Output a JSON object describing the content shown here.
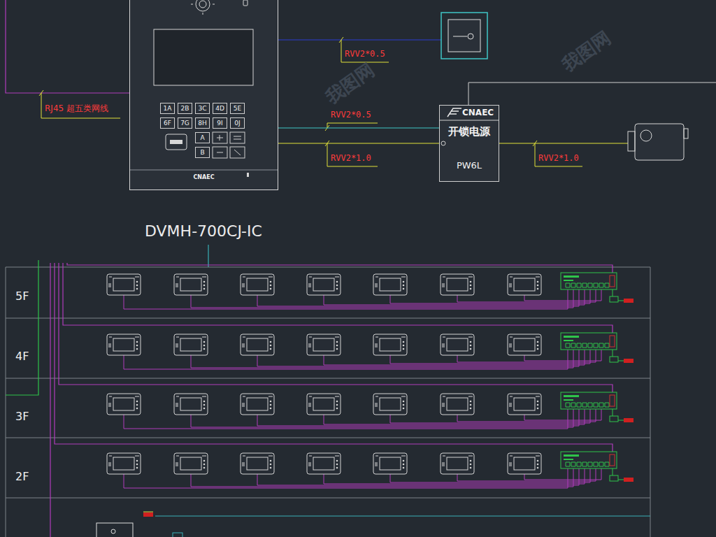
{
  "diagram": {
    "nodes": [
      {
        "text": [
          "CNAEC",
          "DVMH-700CJ-IC"
        ]
      },
      {
        "text": [
          "1A"
        ],
        "in": 0
      },
      {
        "text": [
          "2B"
        ],
        "in": 0
      },
      {
        "text": [
          "3C"
        ],
        "in": 0
      },
      {
        "text": [
          "4D"
        ],
        "in": 0
      },
      {
        "text": [
          "5E"
        ],
        "in": 0
      },
      {
        "text": [
          "6F"
        ],
        "in": 0
      },
      {
        "text": [
          "7G"
        ],
        "in": 0
      },
      {
        "text": [
          "8H"
        ],
        "in": 0
      },
      {
        "text": [
          "9I"
        ],
        "in": 0
      },
      {
        "text": [
          "0J"
        ],
        "in": 0
      },
      {
        "text": [
          "A"
        ],
        "in": 0
      },
      {
        "text": [
          "B"
        ],
        "in": 0
      },
      {
        "text": [
          "CNAEC",
          "开锁电源",
          "PW6L"
        ]
      }
    ],
    "edges": [
      {
        "from": 0,
        "to": 13,
        "label": "RVV2*0.5",
        "arrow": "none"
      },
      {
        "from": 0,
        "to": 13,
        "label": "RVV2*1.0",
        "arrow": "none"
      }
    ],
    "labels": [
      "RVV2*0.5",
      "RJ45 超五类网线",
      "RVV2*1.0",
      "5F",
      "4F",
      "3F",
      "2F",
      "我图网",
      "我图网"
    ]
  }
}
